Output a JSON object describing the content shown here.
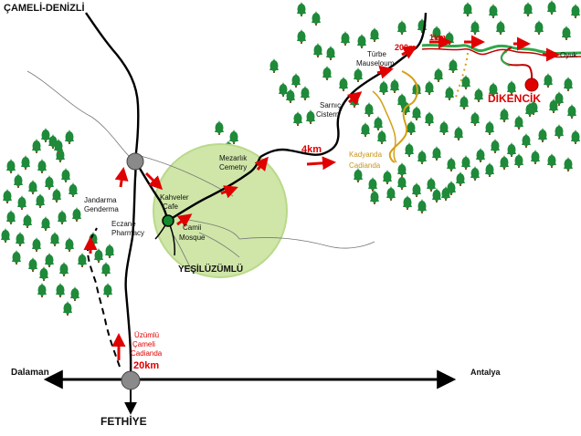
{
  "colors": {
    "tree": "#1f8a3a",
    "tree_trunk": "#7a5a2a",
    "road": "#000000",
    "red": "#e00000",
    "village_circle": "#cfe6a8",
    "village_stroke": "#b9d98a",
    "green_route": "#2fa84a",
    "gold_route": "#d4a017",
    "junction": "#8a8a8a"
  },
  "labels": {
    "cameli_denizli": "ÇAMELİ-DENİZLİ",
    "fethiye": "FETHİYE",
    "dalaman": "Dalaman",
    "antalya": "Antalya",
    "jandarma": "Jandarma",
    "genderma": "Genderma",
    "eczane": "Eczane",
    "pharmacy": "Pharmacy",
    "kahveler": "Kahveler",
    "cafe": "Cafe",
    "camii": "Camii",
    "mosque": "Mosque",
    "yesiluzumlu": "YEŞİLÜZÜMLÜ",
    "mezarlik": "Mezarlık",
    "cemetry": "Cemetry",
    "sarnic": "Sarnıç",
    "cistern": "Cistern",
    "turbe": "Türbe",
    "mauseloum": "Mauseloum",
    "kadyanda": "Kadyanda",
    "cadianda": "Cadianda",
    "dikencik": "DİKENCİK",
    "oyuk": "Oyuk",
    "uzumlu": "Üzümlü",
    "cameli": "Çameli",
    "cadianda2": "Cadianda",
    "dist_20km": "20km",
    "dist_4km": "4km",
    "dist_200m": "200m",
    "dist_1km": "1km"
  }
}
